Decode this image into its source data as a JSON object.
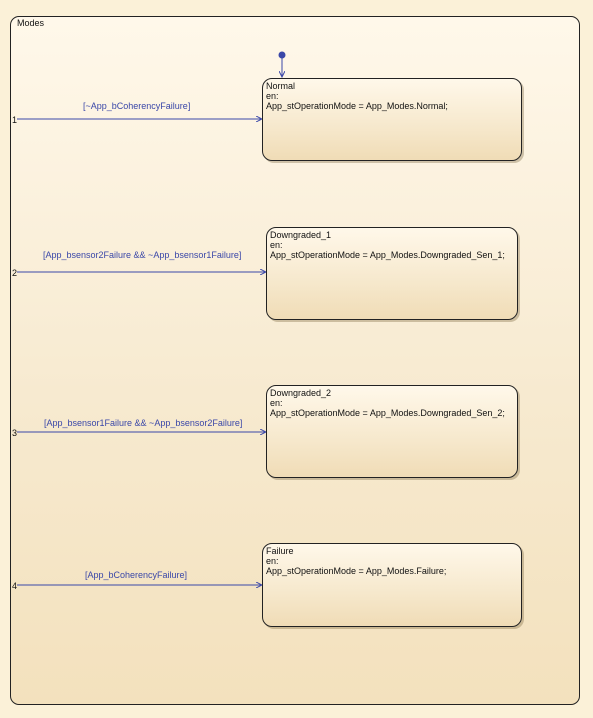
{
  "chart": {
    "title": "Modes"
  },
  "states": [
    {
      "name": "Normal",
      "entry_label": "en:",
      "action": "App_stOperationMode = App_Modes.Normal;"
    },
    {
      "name": "Downgraded_1",
      "entry_label": "en:",
      "action": "App_stOperationMode = App_Modes.Downgraded_Sen_1;"
    },
    {
      "name": "Downgraded_2",
      "entry_label": "en:",
      "action": "App_stOperationMode = App_Modes.Downgraded_Sen_2;"
    },
    {
      "name": "Failure",
      "entry_label": "en:",
      "action": "App_stOperationMode = App_Modes.Failure;"
    }
  ],
  "transitions": [
    {
      "junction": "1",
      "guard": "[~App_bCoherencyFailure]"
    },
    {
      "junction": "2",
      "guard": "[App_bsensor2Failure && ~App_bsensor1Failure]"
    },
    {
      "junction": "3",
      "guard": "[App_bsensor1Failure && ~App_bsensor2Failure]"
    },
    {
      "junction": "4",
      "guard": "[App_bCoherencyFailure]"
    }
  ],
  "colors": {
    "background": "#fbf1d8",
    "transition": "#3a47a8",
    "default_dot": "#3a47a8",
    "border": "#222222"
  }
}
